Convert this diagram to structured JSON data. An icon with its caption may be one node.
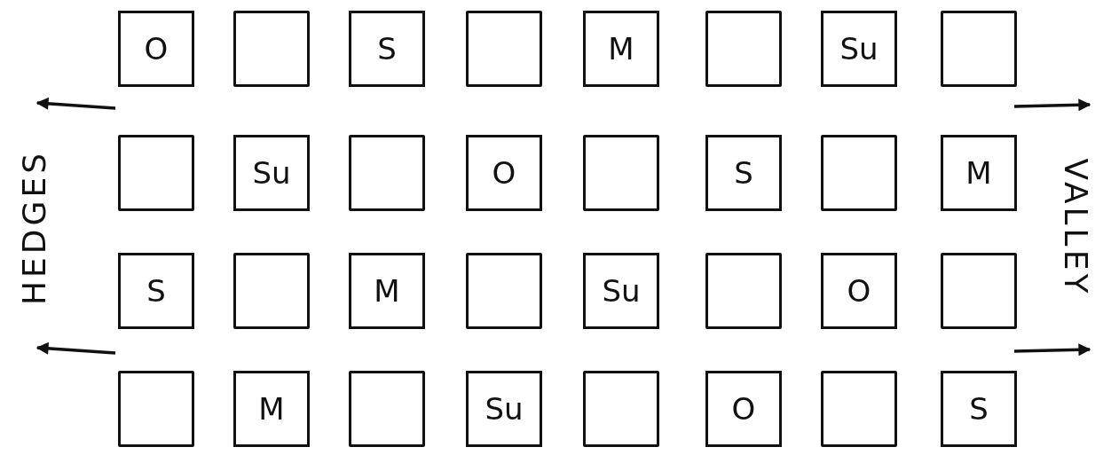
{
  "diagram": {
    "nodes": [
      {
        "text": [
          "O"
        ]
      },
      {
        "text": [],
        "shape": "box"
      },
      {
        "text": [
          "S"
        ]
      },
      {
        "text": [],
        "shape": "box"
      },
      {
        "text": [
          "M"
        ]
      },
      {
        "text": [],
        "shape": "box"
      },
      {
        "text": [
          "Su"
        ]
      },
      {
        "text": [],
        "shape": "box"
      },
      {
        "text": [],
        "shape": "box"
      },
      {
        "text": [
          "Su"
        ]
      },
      {
        "text": [],
        "shape": "box"
      },
      {
        "text": [
          "O"
        ]
      },
      {
        "text": [],
        "shape": "box"
      },
      {
        "text": [
          "S"
        ]
      },
      {
        "text": [],
        "shape": "box"
      },
      {
        "text": [
          "M"
        ]
      },
      {
        "text": [
          "S"
        ]
      },
      {
        "text": [],
        "shape": "box"
      },
      {
        "text": [
          "M"
        ]
      },
      {
        "text": [],
        "shape": "box"
      },
      {
        "text": [
          "Su"
        ]
      },
      {
        "text": [],
        "shape": "box"
      },
      {
        "text": [
          "O"
        ]
      },
      {
        "text": [],
        "shape": "box"
      },
      {
        "text": [],
        "shape": "box"
      },
      {
        "text": [
          "M"
        ]
      },
      {
        "text": [],
        "shape": "box"
      },
      {
        "text": [
          "Su"
        ]
      },
      {
        "text": [],
        "shape": "box"
      },
      {
        "text": [
          "O"
        ]
      },
      {
        "text": [],
        "shape": "box"
      },
      {
        "text": [
          "S"
        ]
      }
    ],
    "edges": [],
    "labels": [
      "HEDGES",
      "VALLEY"
    ]
  }
}
